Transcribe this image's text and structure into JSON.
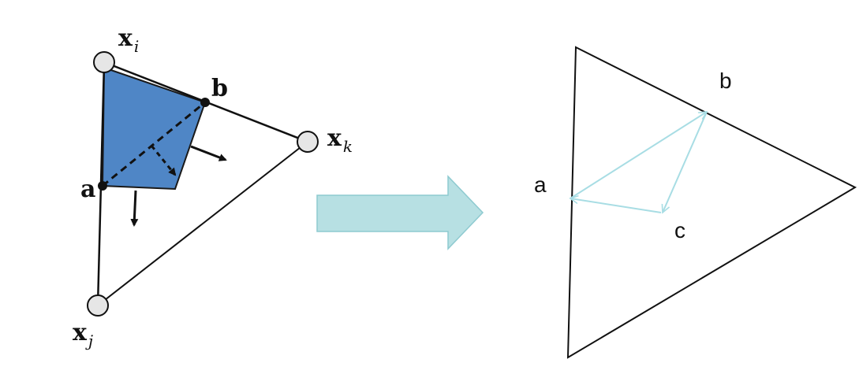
{
  "left_diagram": {
    "vertices": {
      "xi": {
        "base": "x",
        "sub": "i"
      },
      "xk": {
        "base": "x",
        "sub": "k"
      },
      "xj": {
        "base": "x",
        "sub": "j"
      }
    },
    "points": {
      "a": "a",
      "b": "b"
    },
    "fill_color": "#4f86c6"
  },
  "transition_arrow": {
    "color": "#b7e0e3",
    "stroke": "#8ecad0"
  },
  "right_diagram": {
    "labels": {
      "a": "a",
      "b": "b",
      "c": "c"
    },
    "vector_color": "#a8dde4"
  }
}
